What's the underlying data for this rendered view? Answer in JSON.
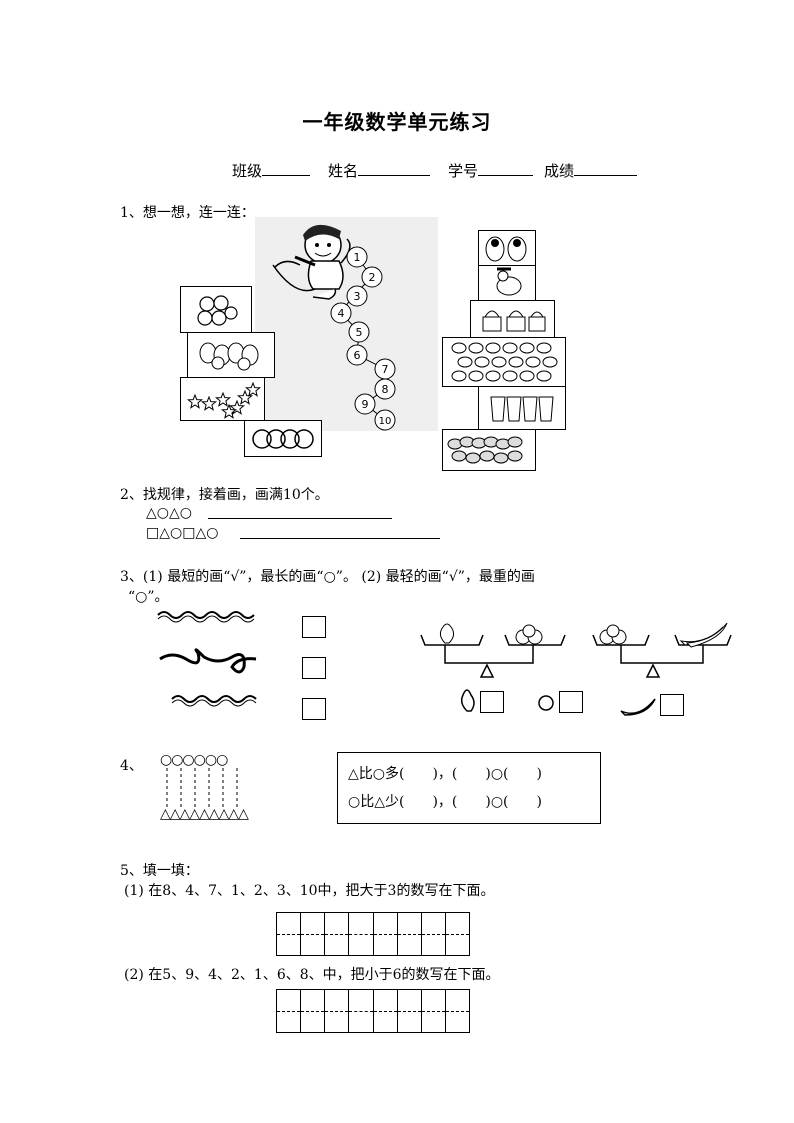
{
  "title": "一年级数学单元练习",
  "info": {
    "class_label": "班级",
    "name_label": "姓名",
    "number_label": "学号",
    "score_label": "成绩"
  },
  "q1": {
    "text": "1、想一想，连一连：",
    "numbers": [
      "1",
      "2",
      "3",
      "4",
      "5",
      "6",
      "7",
      "8",
      "9",
      "10"
    ]
  },
  "q2": {
    "text": "2、找规律，接着画，画满10个。",
    "pattern1": "△○△○",
    "pattern2": "□△○□△○"
  },
  "q3": {
    "line1": "3、(1) 最短的画“√”，最长的画“○”。 (2) 最轻的画“√”，最重的画",
    "line2": "“○”。"
  },
  "q4": {
    "label": "4、",
    "circles": "○○○○○○",
    "triangles": "△△△△△△△△△",
    "sentence1": "△比○多(　　)，(　　)○(　　)",
    "sentence2": "○比△少(　　)，(　　)○(　　)"
  },
  "q5": {
    "title": "5、填一填：",
    "part1": "(1) 在8、4、7、1、2、3、10中，把大于3的数写在下面。",
    "part2": "(2) 在5、9、4、2、1、6、8、中，把小于6的数写在下面。"
  }
}
